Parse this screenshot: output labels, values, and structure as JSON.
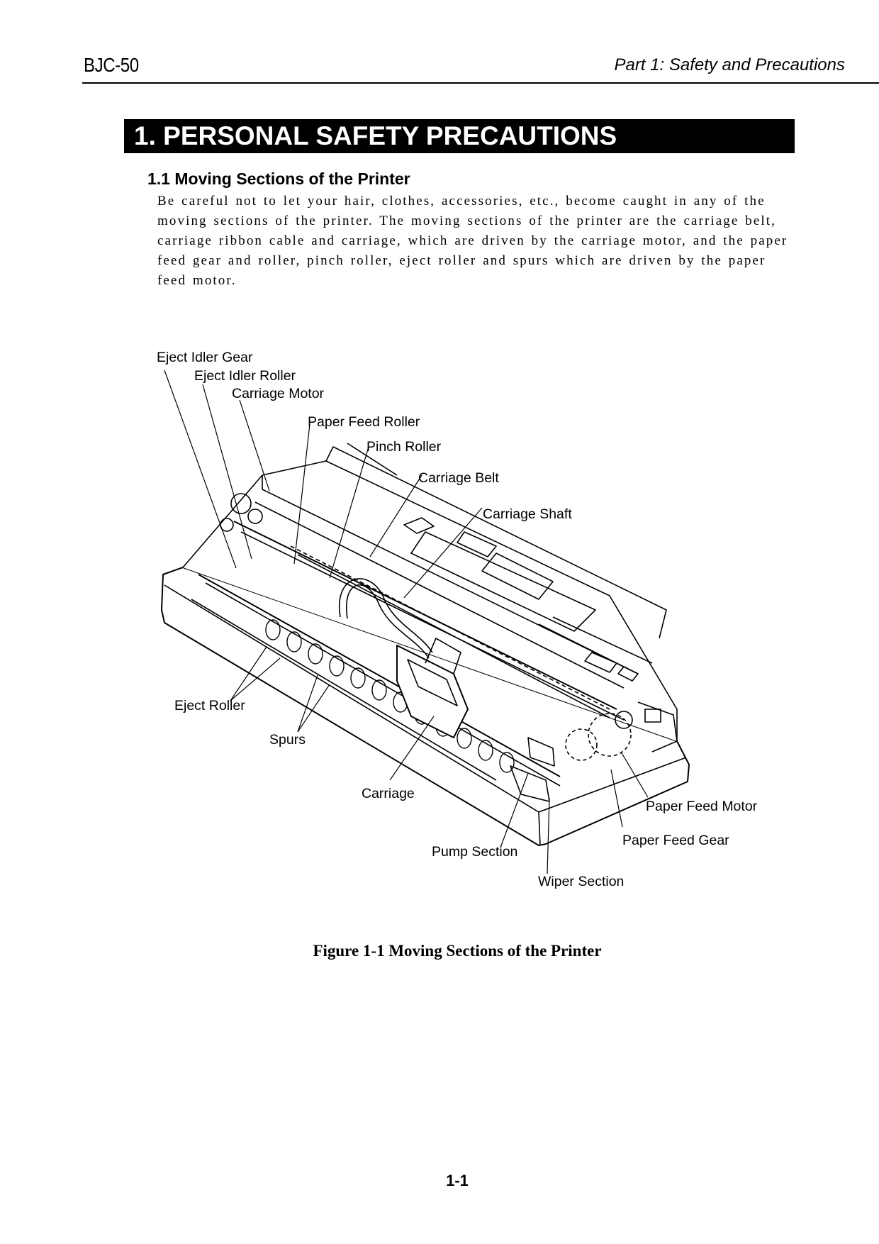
{
  "header": {
    "model": "BJC-50",
    "part": "Part 1: Safety and Precautions"
  },
  "section": {
    "title": "1. PERSONAL SAFETY PRECAUTIONS",
    "subsection_title": "1.1 Moving Sections of the Printer",
    "body": "Be careful not to let your hair, clothes, accessories, etc., become caught in any of the moving sections of the printer.  The moving sections of the printer are the carriage belt, carriage ribbon cable and carriage, which are driven by the carriage motor, and the paper feed gear and roller, pinch roller, eject roller and spurs which are driven by the paper feed motor."
  },
  "figure": {
    "caption": "Figure 1-1 Moving Sections of the Printer",
    "callouts": {
      "eject_idler_gear": "Eject Idler Gear",
      "eject_idler_roller": "Eject Idler Roller",
      "carriage_motor": "Carriage Motor",
      "paper_feed_roller": "Paper Feed Roller",
      "pinch_roller": "Pinch Roller",
      "carriage_belt": "Carriage Belt",
      "carriage_shaft": "Carriage Shaft",
      "eject_roller": "Eject Roller",
      "spurs": "Spurs",
      "carriage": "Carriage",
      "paper_feed_motor": "Paper Feed Motor",
      "paper_feed_gear": "Paper Feed Gear",
      "pump_section": "Pump Section",
      "wiper_section": "Wiper Section"
    }
  },
  "footer": {
    "page_number": "1-1"
  }
}
